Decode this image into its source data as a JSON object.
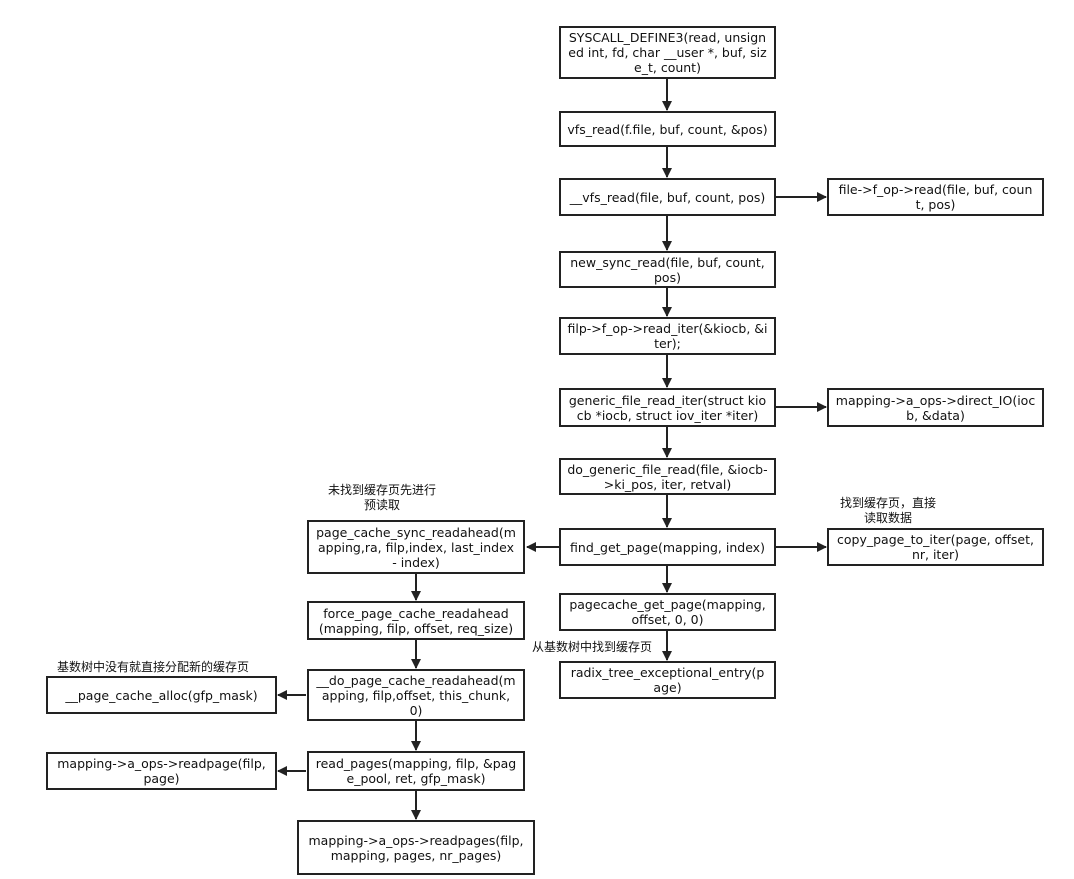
{
  "nodes": {
    "syscall": "SYSCALL_DEFINE3(read, unsigned int, fd, char __user *, buf, size_t, count)",
    "vfs_read": "vfs_read(f.file, buf, count, &pos)",
    "__vfs_read": "__vfs_read(file, buf, count, pos)",
    "f_op_read": "file->f_op->read(file, buf, count, pos)",
    "new_sync_read": "new_sync_read(file, buf, count, pos)",
    "read_iter": "filp->f_op->read_iter(&kiocb, &iter);",
    "generic_file_read_iter": "generic_file_read_iter(struct kiocb *iocb, struct iov_iter *iter)",
    "direct_io": "mapping->a_ops->direct_IO(iocb, &data)",
    "do_generic_file_read": "do_generic_file_read(file, &iocb->ki_pos, iter, retval)",
    "find_get_page": "find_get_page(mapping, index)",
    "copy_page_to_iter": "copy_page_to_iter(page, offset, nr, iter)",
    "pagecache_get_page": "pagecache_get_page(mapping, offset, 0, 0)",
    "radix_tree": "radix_tree_exceptional_entry(page)",
    "sync_readahead": "page_cache_sync_readahead(mapping,ra, filp,index, last_index - index)",
    "force_readahead": "force_page_cache_readahead(mapping, filp, offset, req_size)",
    "do_readahead": "__do_page_cache_readahead(mapping, filp,offset, this_chunk, 0)",
    "page_cache_alloc": "__page_cache_alloc(gfp_mask)",
    "read_pages": "read_pages(mapping, filp, &page_pool, ret, gfp_mask)",
    "readpage": "mapping->a_ops->readpage(filp, page)",
    "readpages": "mapping->a_ops->readpages(filp, mapping, pages, nr_pages)"
  },
  "notes": {
    "readahead_note": "未找到缓存页先进行预读取",
    "found_note": "找到缓存页，直接读取数据",
    "radix_note": "从基数树中找到缓存页",
    "alloc_note": "基数树中没有就直接分配新的缓存页"
  },
  "colors": {
    "stroke": "#222222",
    "text": "#111111",
    "background": "#ffffff"
  }
}
